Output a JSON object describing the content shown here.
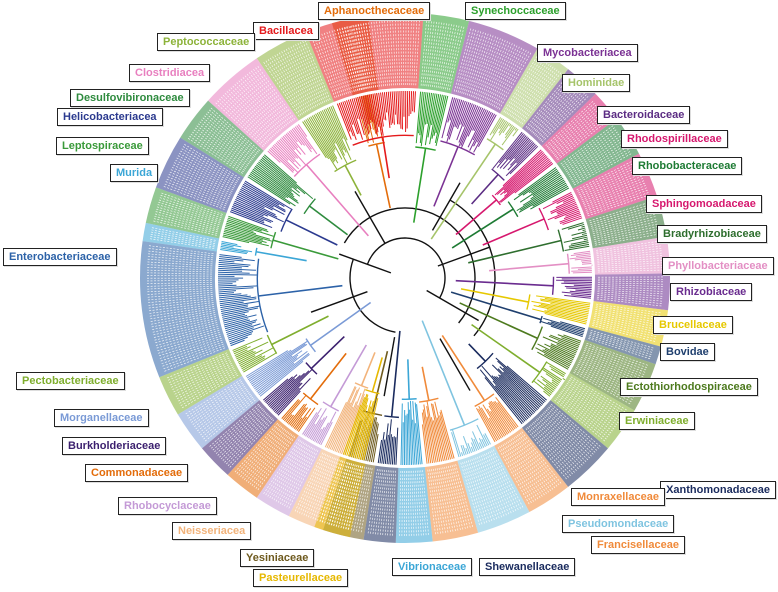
{
  "families": [
    {
      "name": "Aphanocthecaceae",
      "color": "#e36c0a"
    },
    {
      "name": "Synechoccaceae",
      "color": "#2ca02c"
    },
    {
      "name": "Bacillacea",
      "color": "#e41a1c"
    },
    {
      "name": "Peptococcaceae",
      "color": "#8db33a"
    },
    {
      "name": "Mycobacteriacea",
      "color": "#7b3294"
    },
    {
      "name": "Clostridiacea",
      "color": "#e87fbf"
    },
    {
      "name": "Hominidae",
      "color": "#a6c46a"
    },
    {
      "name": "Desulfovibironaceae",
      "color": "#2e8b3e"
    },
    {
      "name": "Helicobacteriacea",
      "color": "#2b3a8f"
    },
    {
      "name": "Bacteroidaceae",
      "color": "#5b2c83"
    },
    {
      "name": "Rhodospirillaceae",
      "color": "#d6186e"
    },
    {
      "name": "Leptospiraceae",
      "color": "#3a9a3a"
    },
    {
      "name": "Rhobobacteraceae",
      "color": "#1e7b34"
    },
    {
      "name": "Murida",
      "color": "#3ba6d6"
    },
    {
      "name": "Sphingomoadaceae",
      "color": "#d6186e"
    },
    {
      "name": "Bradyrhizobiaceae",
      "color": "#2e6e2e"
    },
    {
      "name": "Enterobacteriaceae",
      "color": "#2c62a8"
    },
    {
      "name": "Phyllobacteriaceae",
      "color": "#e38fc4"
    },
    {
      "name": "Rhizobiaceae",
      "color": "#6a2c8f"
    },
    {
      "name": "Brucellaceae",
      "color": "#e6c800"
    },
    {
      "name": "Bovidae",
      "color": "#1f3f6e"
    },
    {
      "name": "Pectobacteriaceae",
      "color": "#7fae2e"
    },
    {
      "name": "Ectothiorhodospiraceae",
      "color": "#4d7a1e"
    },
    {
      "name": "Morganellaceae",
      "color": "#7a9ad6"
    },
    {
      "name": "Erwiniaceae",
      "color": "#7fae2e"
    },
    {
      "name": "Burkholderiaceae",
      "color": "#3b1f6e"
    },
    {
      "name": "Commonadaceae",
      "color": "#e36c0a"
    },
    {
      "name": "Xanthomonadaceae",
      "color": "#1a2b5e"
    },
    {
      "name": "Monraxellaceae",
      "color": "#f08a3a"
    },
    {
      "name": "Rhobocyclaceae",
      "color": "#c49ad6"
    },
    {
      "name": "Pseudomondaceae",
      "color": "#7fc4e0"
    },
    {
      "name": "Neisseriacea",
      "color": "#f2b37a"
    },
    {
      "name": "Francisellaceae",
      "color": "#f08a3a"
    },
    {
      "name": "Yesiniaceae",
      "color": "#6e5a1e"
    },
    {
      "name": "Vibrionaceae",
      "color": "#3ba6d6"
    },
    {
      "name": "Shewanellaceae",
      "color": "#1a2b5e"
    },
    {
      "name": "Pasteurellaceae",
      "color": "#e6b800"
    }
  ]
}
